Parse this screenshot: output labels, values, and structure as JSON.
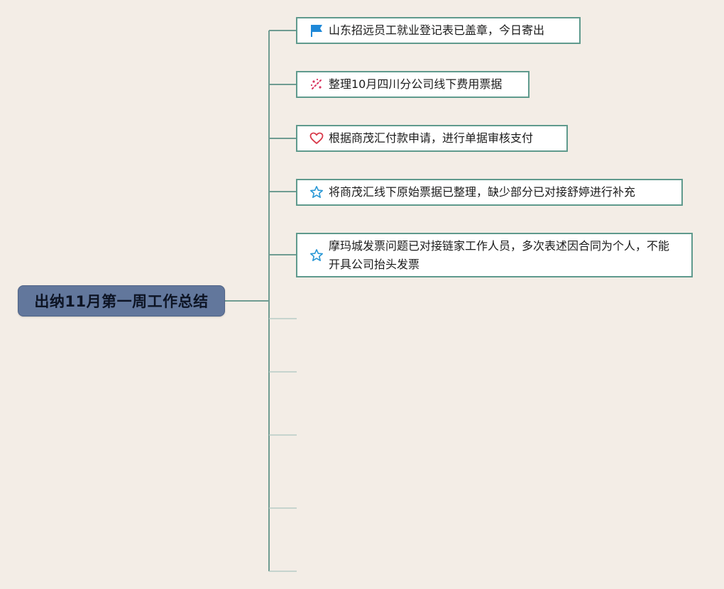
{
  "root": {
    "title": "出纳11月第一周工作总结"
  },
  "tasks": [
    {
      "text": "山东招远员工就业登记表已盖章，今日寄出",
      "icon": "flag-icon",
      "icon_color": "#1e88d8"
    },
    {
      "text": "整理10月四川分公司线下费用票据",
      "icon": "sparkle-icon",
      "icon_color": "#d8345f"
    },
    {
      "text": "根据商茂汇付款申请，进行单据审核支付",
      "icon": "heart-icon",
      "icon_color": "#d83a4a"
    },
    {
      "text": "将商茂汇线下原始票据已整理，缺少部分已对接舒婷进行补充",
      "icon": "star-icon",
      "icon_color": "#2a98d6"
    },
    {
      "text": "摩玛城发票问题已对接链家工作人员，多次表述因合同为个人，不能开具公司抬头发票",
      "icon": "star-icon",
      "icon_color": "#2a98d6"
    }
  ],
  "colors": {
    "background": "#f3ede6",
    "root_fill": "#62779c",
    "node_border": "#5f9a8d",
    "connector": "#6f9c92",
    "empty_branch": "#b7cbc5"
  }
}
